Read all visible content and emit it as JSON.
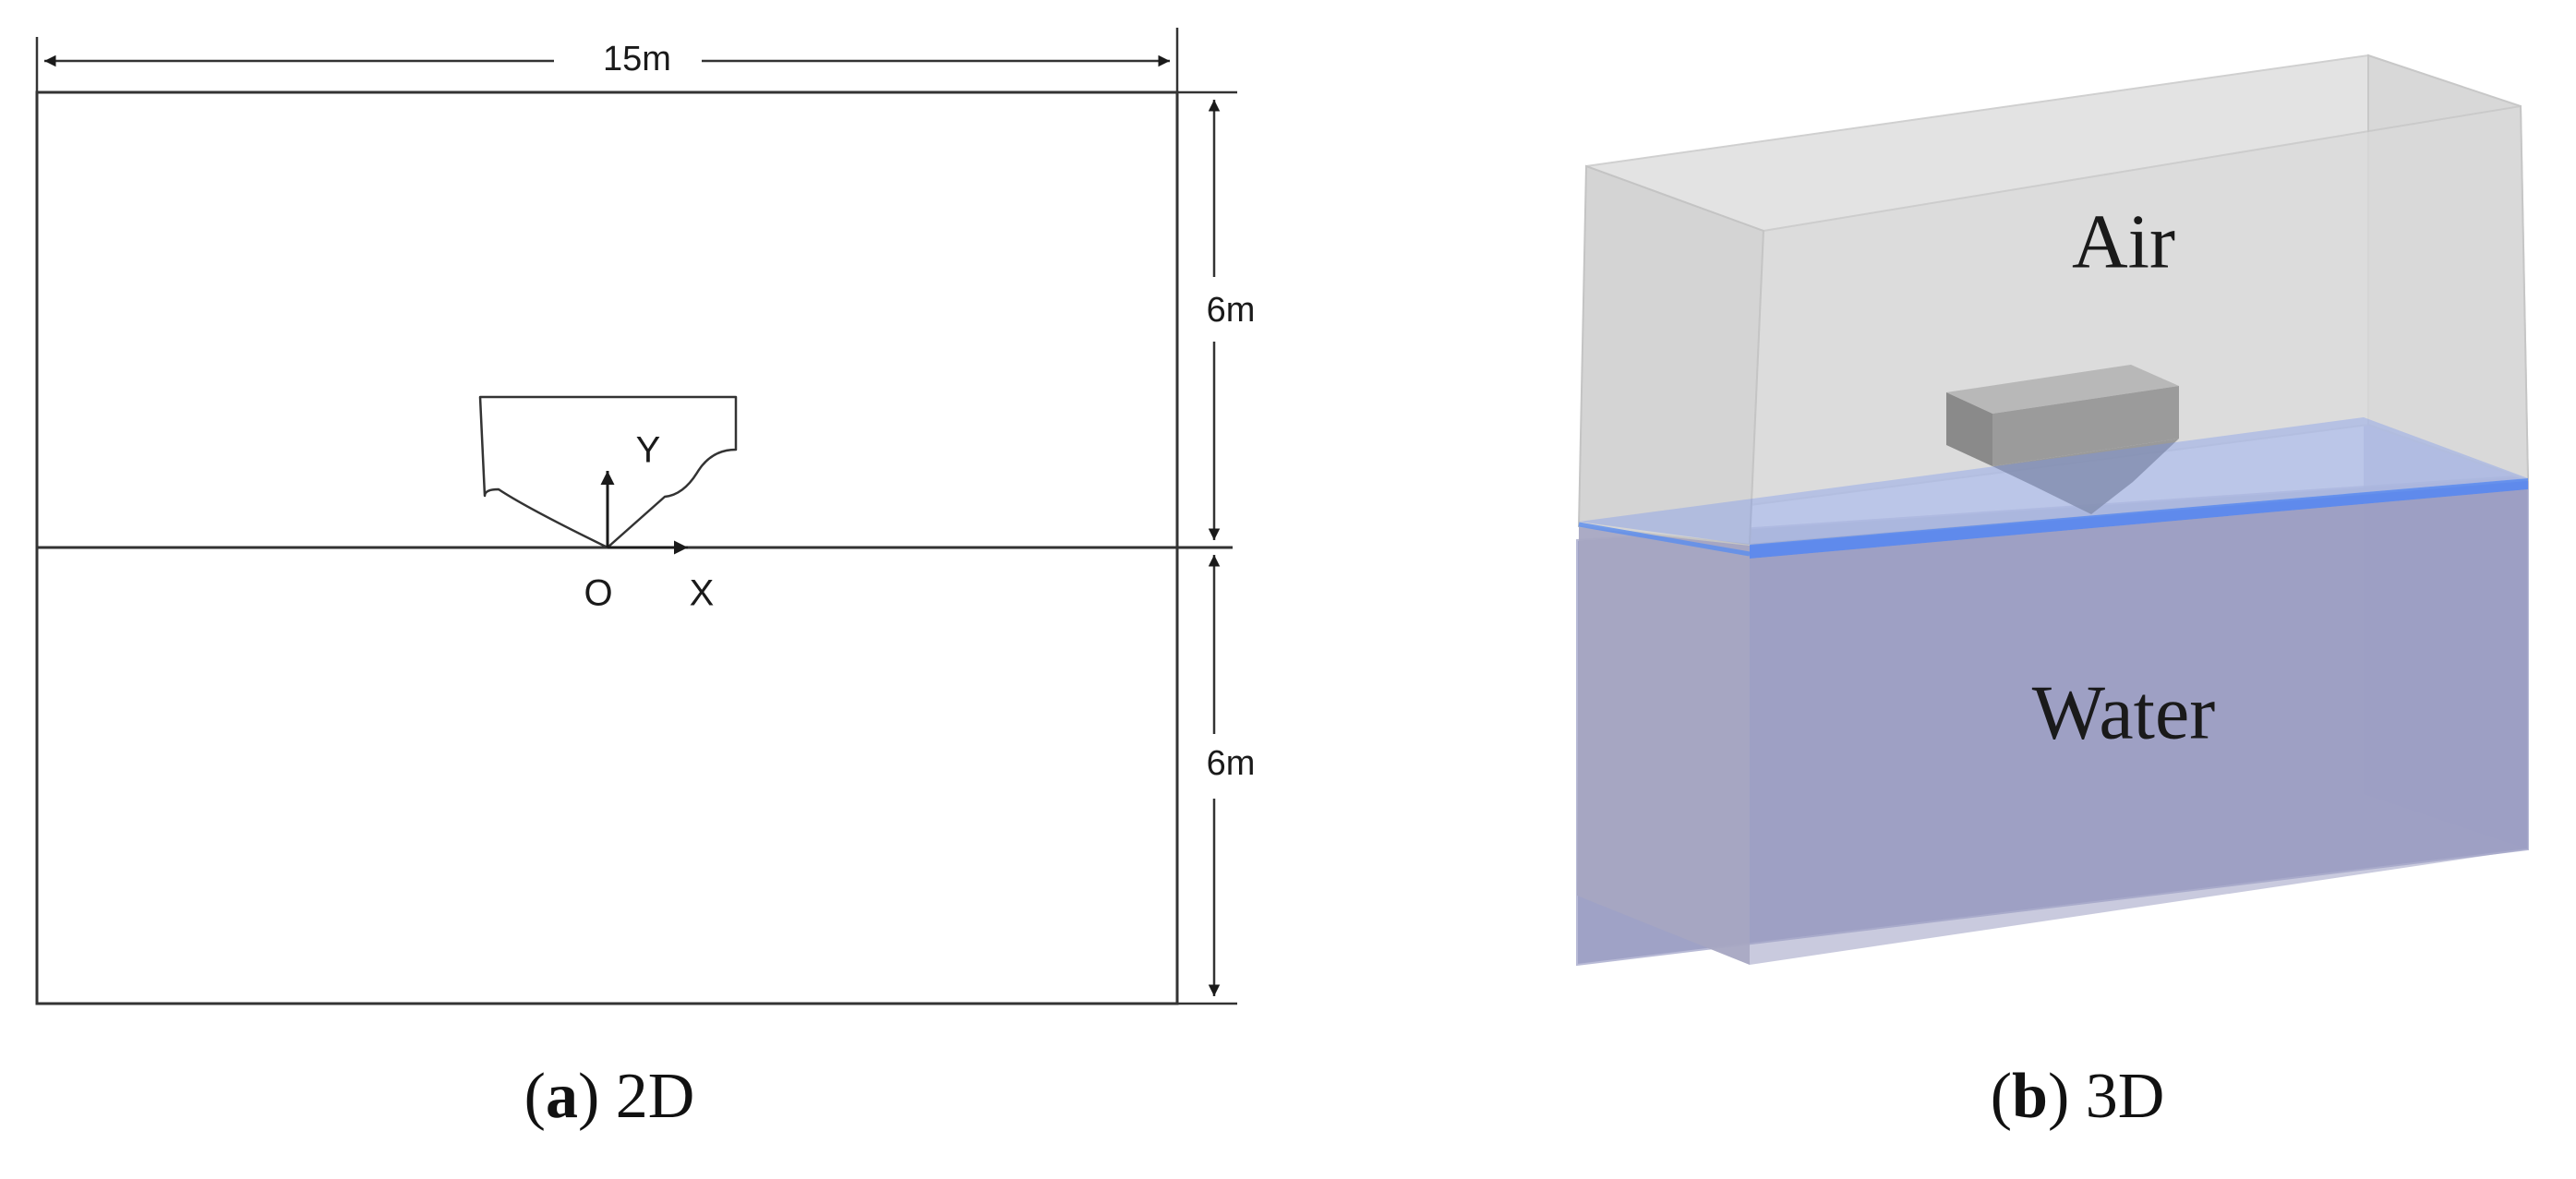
{
  "panel_2d": {
    "dim_width": "15m",
    "dim_upper": "6m",
    "dim_lower": "6m",
    "axis_y": "Y",
    "axis_x": "X",
    "origin": "O"
  },
  "panel_3d": {
    "label_air": "Air",
    "label_water": "Water",
    "colors": {
      "air": "#dcdcdc",
      "water": "#9a9ec4",
      "free_surface": "#5b8ef0",
      "hull": "#8f8f8f"
    }
  },
  "captions": {
    "a_letter": "a",
    "a_text": "2D",
    "b_letter": "b",
    "b_text": "3D"
  }
}
